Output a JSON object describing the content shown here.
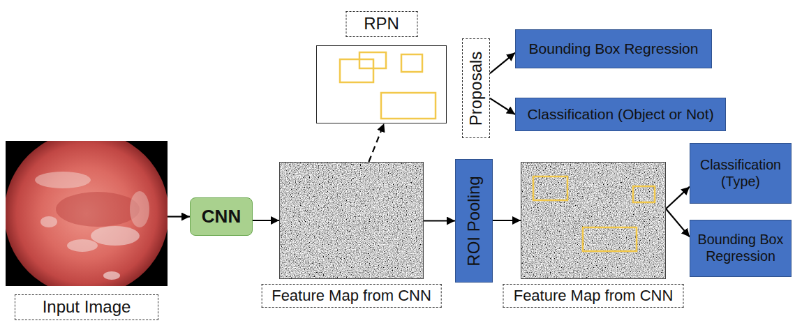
{
  "diagram": {
    "nodes": [
      {
        "text": [
          "RPN"
        ]
      },
      {
        "text": [
          "Proposals"
        ]
      },
      {
        "text": [
          "Bounding Box Regression"
        ]
      },
      {
        "text": [
          "Classification (Object or Not)"
        ]
      },
      {
        "text": [
          "Input Image"
        ]
      },
      {
        "text": [
          "CNN"
        ]
      },
      {
        "text": [
          "Feature Map from CNN"
        ]
      },
      {
        "text": [
          "ROI Pooling"
        ]
      },
      {
        "text": [
          "Feature Map from CNN"
        ]
      },
      {
        "text": [
          "Classification (Type)"
        ]
      },
      {
        "text": [
          "Bounding Box Regression"
        ]
      }
    ],
    "edges": [
      {
        "from": 1,
        "to": 2,
        "arrow": "to"
      },
      {
        "from": 1,
        "to": 3,
        "arrow": "to"
      },
      {
        "from": 6,
        "to": 0,
        "arrow": "to"
      },
      {
        "from": 4,
        "to": 5,
        "arrow": "to"
      },
      {
        "from": 5,
        "to": 6,
        "arrow": "to"
      },
      {
        "from": 6,
        "to": 7,
        "arrow": "to"
      },
      {
        "from": 7,
        "to": 8,
        "arrow": "to"
      },
      {
        "from": 8,
        "to": 9,
        "arrow": "to"
      },
      {
        "from": 8,
        "to": 10,
        "arrow": "to"
      }
    ]
  }
}
